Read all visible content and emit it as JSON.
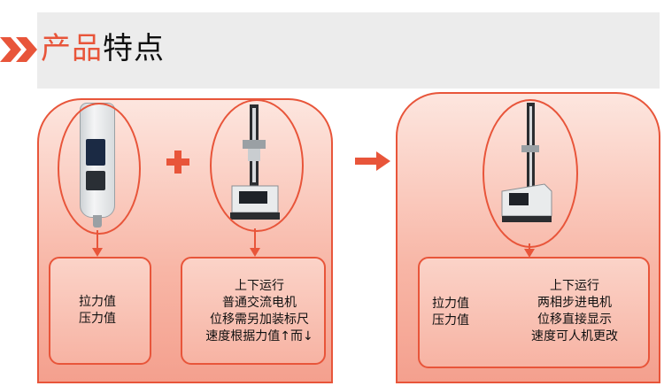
{
  "header": {
    "title_accent": "产品",
    "title_rest": "特点"
  },
  "colors": {
    "accent": "#e8553a",
    "header_bg": "#ececec",
    "panel_top": "#fde6df",
    "panel_bottom": "#f4a08e"
  },
  "left_panel": {
    "box1": {
      "lines": [
        "拉力值",
        "压力值"
      ]
    },
    "box2": {
      "lines": [
        "上下运行",
        "普通交流电机",
        "位移需另加装标尺",
        "速度根据力值↑而↓"
      ]
    }
  },
  "right_panel": {
    "box": {
      "left_lines": [
        "拉力值",
        "压力值"
      ],
      "right_lines": [
        "上下运行",
        "两相步进电机",
        "位移直接显示",
        "速度可人机更改"
      ]
    }
  },
  "icons": [
    "chevron-double-icon",
    "plus-icon",
    "arrow-right-icon",
    "arrow-down-icon"
  ]
}
